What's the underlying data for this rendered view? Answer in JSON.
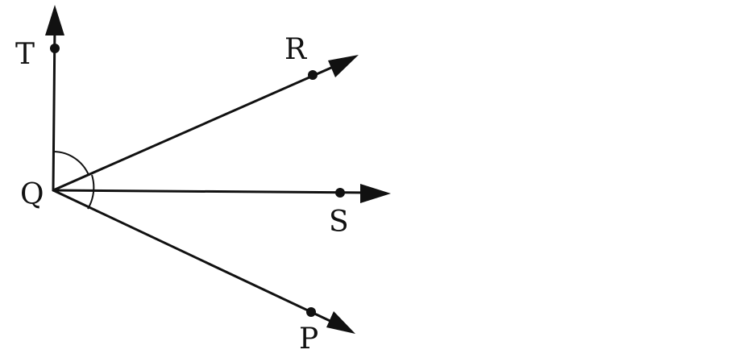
{
  "diagram": {
    "labels": {
      "t": "T",
      "r": "R",
      "q": "Q",
      "s": "S",
      "p": "P"
    },
    "colors": {
      "line": "#111111",
      "background": "#ffffff"
    }
  }
}
